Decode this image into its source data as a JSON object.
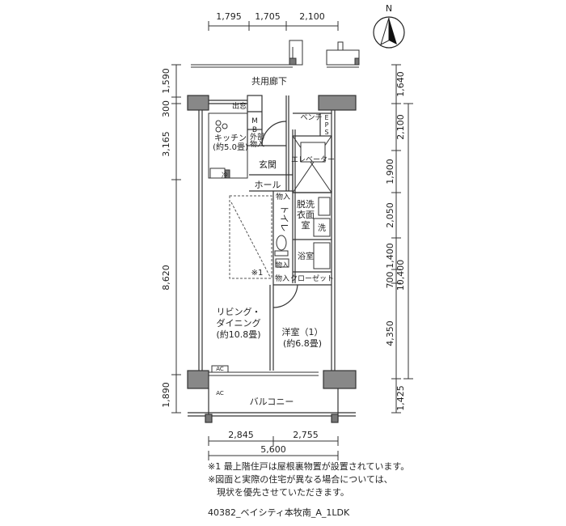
{
  "compass": {
    "label": "N"
  },
  "dimensions": {
    "top": [
      "1,795",
      "1,705",
      "2,100"
    ],
    "bottom_parts": [
      "2,845",
      "2,755"
    ],
    "bottom_total": "5,600",
    "left": [
      "1,590",
      "300",
      "3,165",
      "8,620",
      "1,890"
    ],
    "right": [
      "1,640",
      "2,100",
      "1,900",
      "2,050",
      "1,400",
      "700",
      "4,350",
      "1,425"
    ],
    "right_total": "10,400"
  },
  "rooms": {
    "corridor": "共用廊下",
    "meter_box": "出窓",
    "mb": "M\nB",
    "storage_outer": "外部\n物入",
    "kitchen": "キッチン",
    "kitchen_size": "(約5.0畳)",
    "entrance": "玄関",
    "hall": "ホール",
    "elevator": "エレベーター",
    "bench": "ベンチ",
    "eps": "E\nP\nS",
    "storage1": "物入",
    "washroom": "脱洗\n衣面\n室",
    "washer": "洗",
    "toilet": "トイレ",
    "bath": "浴室",
    "storage2": "物入",
    "storage3": "物入",
    "closet": "クローゼット",
    "note_mark": "※1",
    "living": "リビング・\nダイニング",
    "living_size": "(約10.8畳)",
    "western": "洋室（1）",
    "western_size": "(約6.8畳)",
    "balcony": "バルコニー",
    "ac1": "AC",
    "ac2": "AC",
    "fridge": "冷"
  },
  "notes": [
    "※1 最上階住戸は屋根裏物置が設置されています。",
    "※図面と実際の住宅が異なる場合については、",
    "　現状を優先させていただきます。"
  ],
  "caption": "40382_ベイシティ本牧南_A_1LDK"
}
